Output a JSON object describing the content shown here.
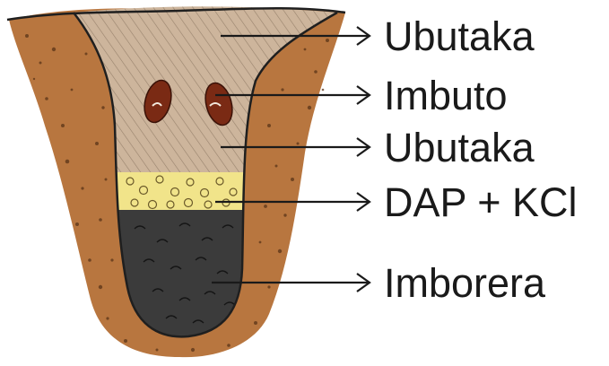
{
  "diagram": {
    "labels": [
      {
        "id": "ubutaka-top",
        "text": "Ubutaka"
      },
      {
        "id": "imbuto",
        "text": "Imbuto"
      },
      {
        "id": "ubutaka-middle",
        "text": "Ubutaka"
      },
      {
        "id": "fertilizer",
        "text": "DAP + KCl"
      },
      {
        "id": "imborera",
        "text": "Imborera"
      }
    ],
    "colors": {
      "outer_soil": "#b8763f",
      "hole_soil": "#cdb59c",
      "seed": "#7a2a14",
      "fertilizer": "#f1e48a",
      "manure": "#3b3b3b",
      "outline": "#1f1f1f"
    }
  }
}
